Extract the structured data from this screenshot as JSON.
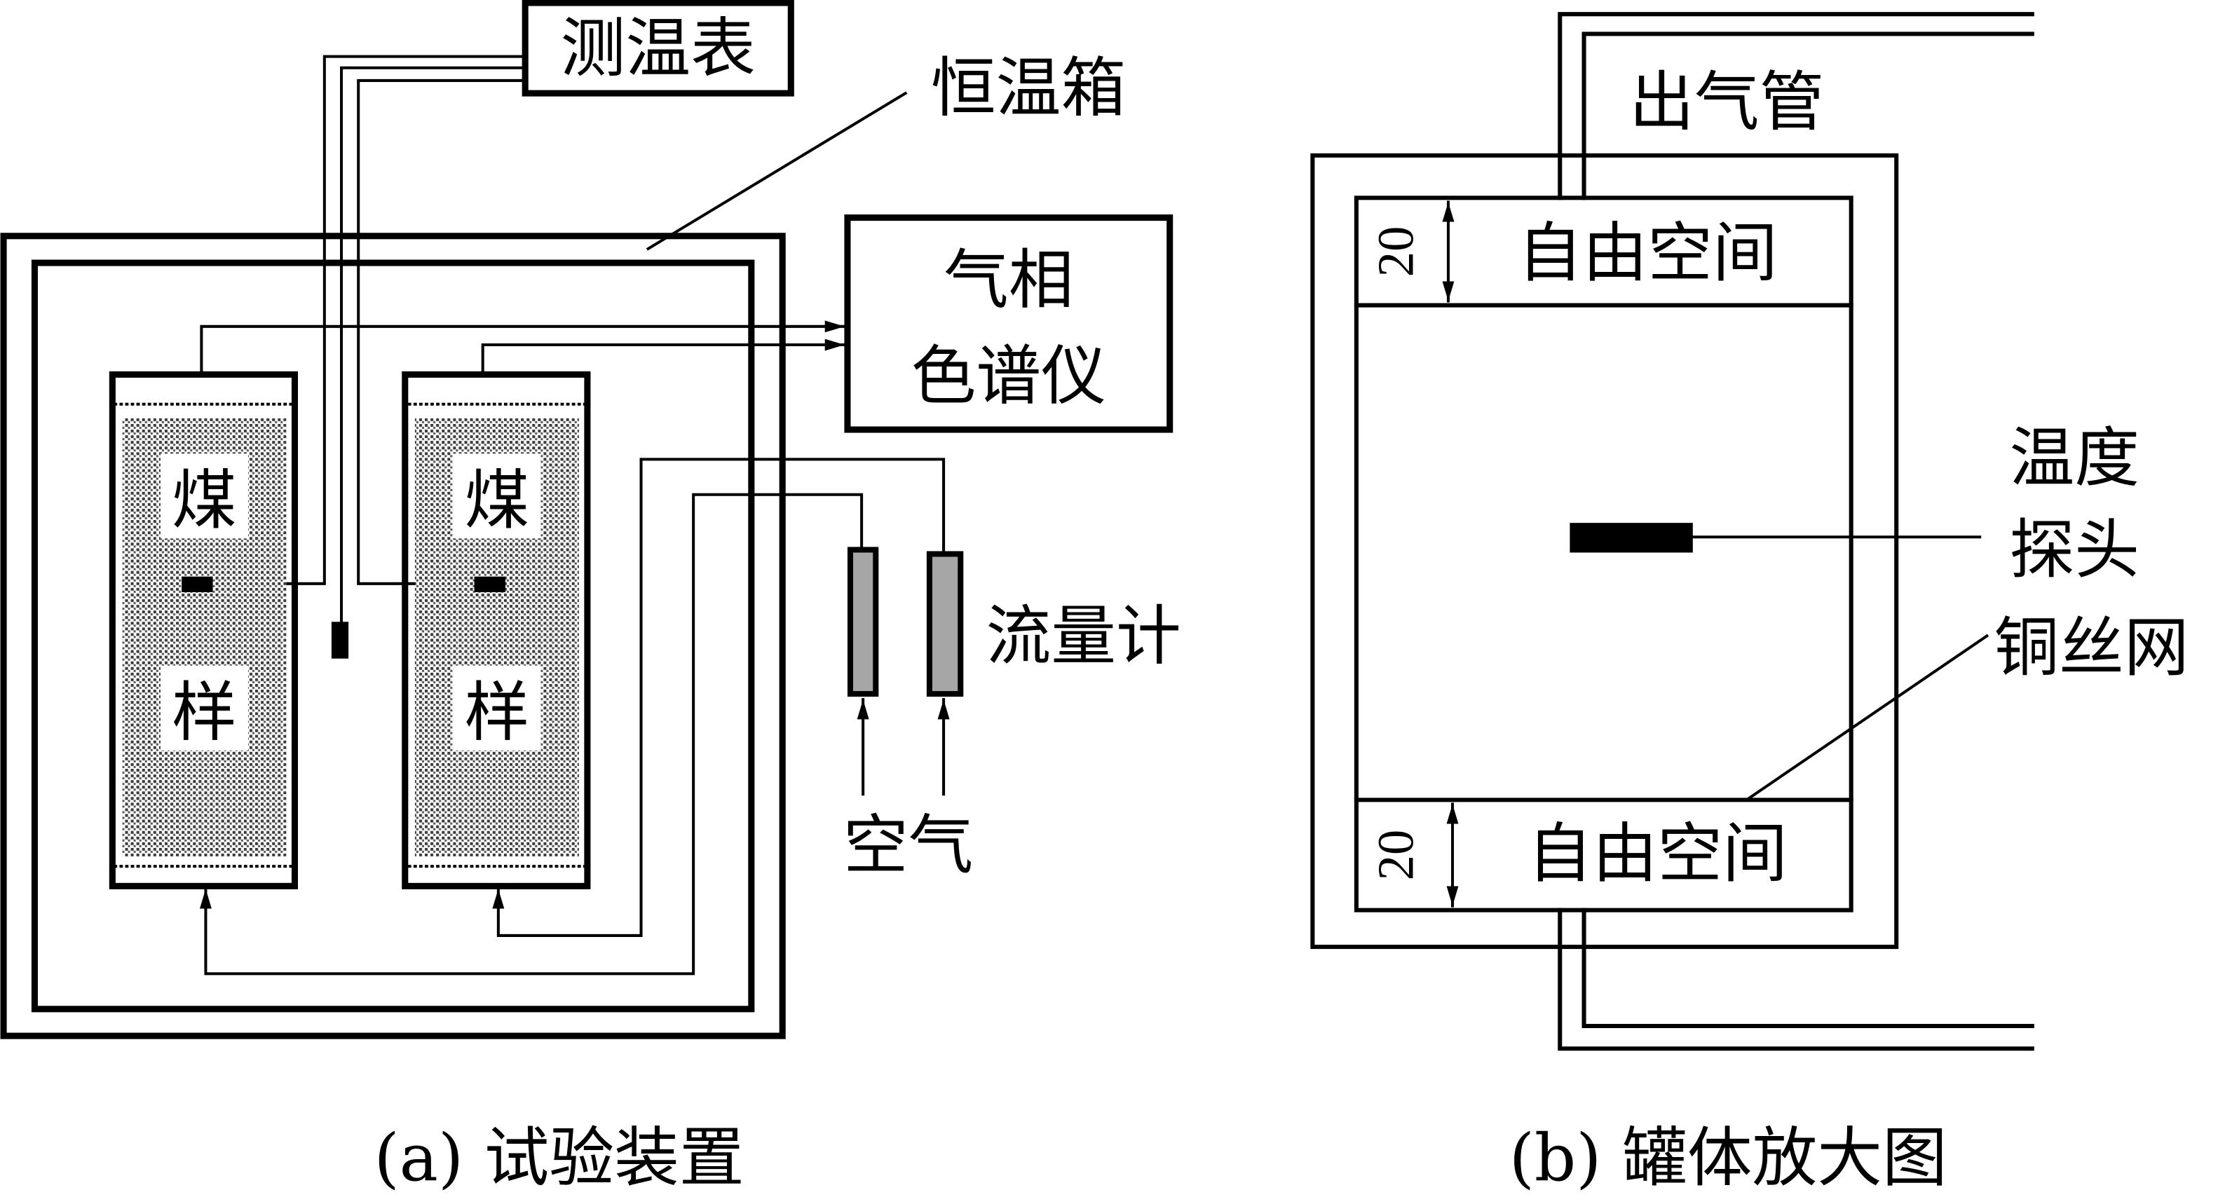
{
  "figure": {
    "panel_a": {
      "caption": "(a)  试验装置",
      "thermometer_label": "测温表",
      "incubator_label": "恒温箱",
      "gc_label_line1": "气相",
      "gc_label_line2": "色谱仪",
      "flowmeter_label": "流量计",
      "air_label": "空气",
      "sample_char1": "煤",
      "sample_char2": "样"
    },
    "panel_b": {
      "caption": "(b)  罐体放大图",
      "outlet_pipe_label": "出气管",
      "free_space_top": "自由空间",
      "free_space_bottom": "自由空间",
      "dimension_top": "20",
      "dimension_bottom": "20",
      "probe_label_line1": "温度",
      "probe_label_line2": "探头",
      "mesh_label": "铜丝网"
    },
    "colors": {
      "line": "#000000",
      "flowmeter_fill": "#a6a6a6",
      "sample_fill": "#9a9a9a",
      "background": "#ffffff"
    }
  }
}
